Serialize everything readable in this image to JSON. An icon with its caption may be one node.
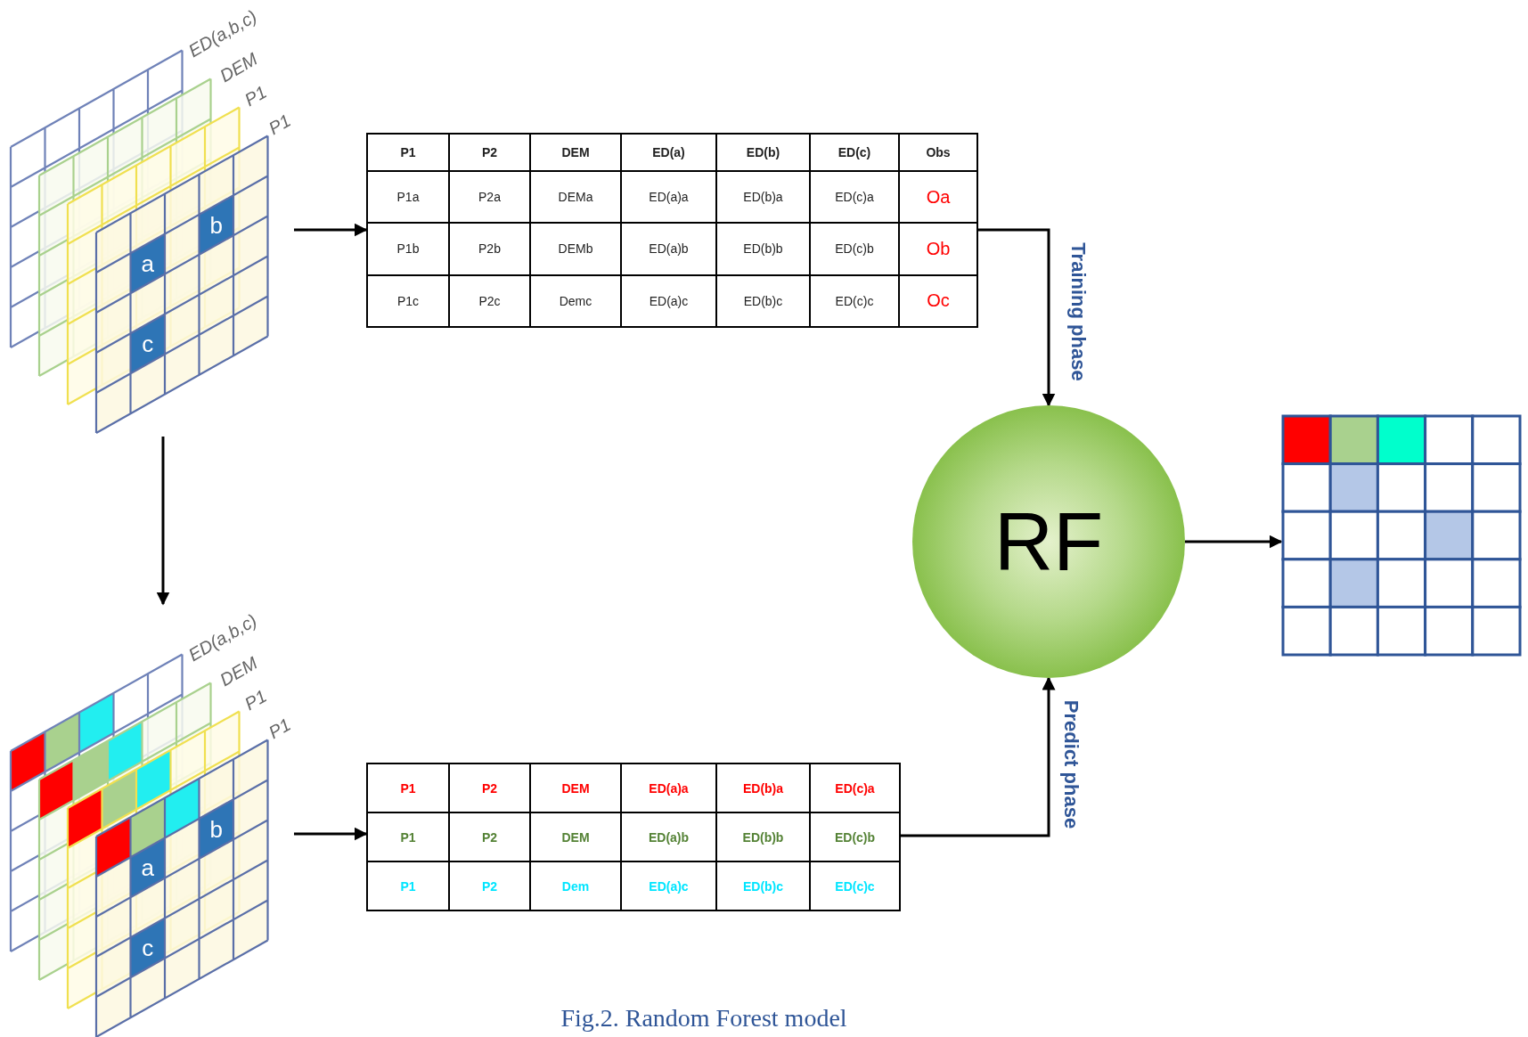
{
  "diagram": {
    "caption": "Fig.2. Random Forest model",
    "nodes": [
      {
        "text": [
          "ED(a,b,c)",
          "DEM",
          "P1",
          "P1",
          "a",
          "b",
          "c"
        ]
      },
      {
        "text": [
          "P1",
          "P2",
          "DEM",
          "ED(a)",
          "ED(b)",
          "ED(c)",
          "Obs",
          "P1a",
          "P2a",
          "DEMa",
          "ED(a)a",
          "ED(b)a",
          "ED(c)a",
          "Oa",
          "P1b",
          "P2b",
          "DEMb",
          "ED(a)b",
          "ED(b)b",
          "ED(c)b",
          "Ob",
          "P1c",
          "P2c",
          "Demc",
          "ED(a)c",
          "ED(b)c",
          "ED(c)c",
          "Oc"
        ]
      },
      {
        "text": [
          "RF"
        ]
      },
      {
        "text": [],
        "shape": "picture"
      },
      {
        "text": [
          "ED(a,b,c)",
          "DEM",
          "P1",
          "P1",
          "a",
          "b",
          "c"
        ]
      },
      {
        "text": [
          "P1",
          "P2",
          "DEM",
          "ED(a)a",
          "ED(b)a",
          "ED(c)a",
          "P1",
          "P2",
          "DEM",
          "ED(a)b",
          "ED(b)b",
          "ED(c)b",
          "P1",
          "P2",
          "Dem",
          "ED(a)c",
          "ED(b)c",
          "ED(c)c"
        ]
      }
    ],
    "edges": [
      {
        "from": 0,
        "to": 1,
        "arrow": "to"
      },
      {
        "from": 0,
        "to": 4,
        "arrow": "to"
      },
      {
        "from": 1,
        "to": 2,
        "arrow": "to",
        "label": "Training phase"
      },
      {
        "from": 4,
        "to": 5,
        "arrow": "to"
      },
      {
        "from": 5,
        "to": 2,
        "arrow": "to",
        "label": "Predict phase"
      },
      {
        "from": 2,
        "to": 3,
        "arrow": "to"
      }
    ]
  }
}
